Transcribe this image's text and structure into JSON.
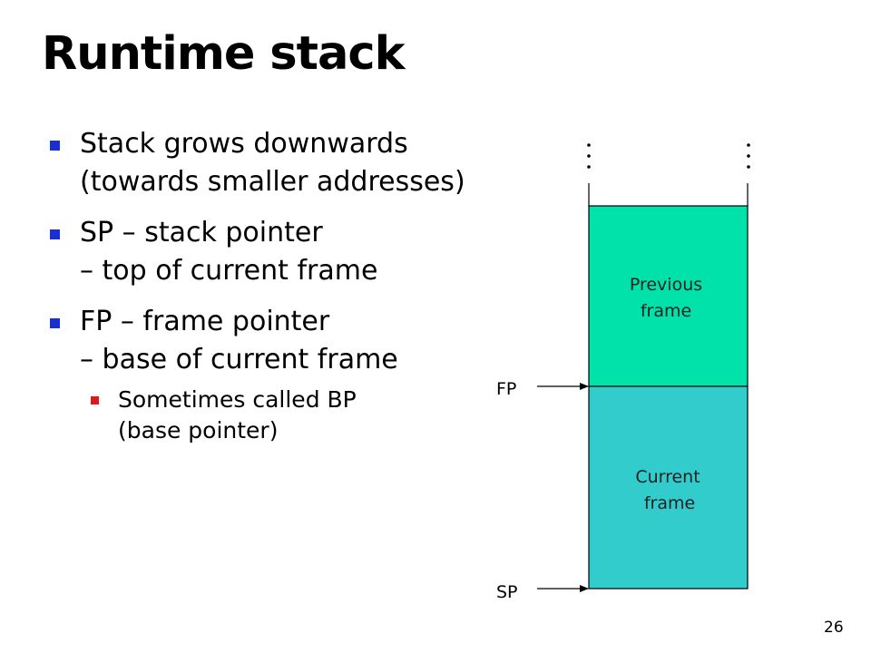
{
  "slide": {
    "title": "Runtime stack",
    "page_number": "26",
    "bullets": [
      {
        "lines": [
          "Stack grows downwards",
          "(towards smaller addresses)"
        ]
      },
      {
        "lines": [
          "SP – stack pointer",
          "– top of current frame"
        ]
      },
      {
        "lines": [
          "FP – frame pointer",
          "– base of current frame"
        ]
      }
    ],
    "sub_bullet": {
      "lines": [
        "Sometimes called BP",
        "(base pointer)"
      ]
    }
  },
  "diagram": {
    "previous_frame": {
      "lines": [
        "Previous",
        "frame"
      ],
      "color": "#00e2a9"
    },
    "current_frame": {
      "lines": [
        "Current",
        "frame"
      ],
      "color": "#33cccc"
    },
    "fp_label": "FP",
    "sp_label": "SP"
  },
  "colors": {
    "bullet_blue": "#1a2fd0",
    "bullet_red": "#e01818"
  }
}
